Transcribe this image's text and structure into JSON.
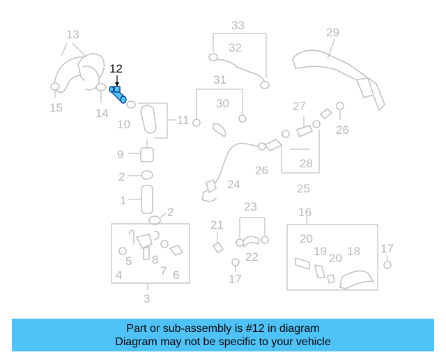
{
  "diagram": {
    "highlight_color": "#4fc3f7",
    "part_color": "#c2c2c2",
    "highlighted_part": "12",
    "labels": [
      "13",
      "12",
      "15",
      "14",
      "10",
      "11",
      "9",
      "2",
      "1",
      "2",
      "5",
      "4",
      "8",
      "7",
      "6",
      "3",
      "33",
      "32",
      "31",
      "30",
      "29",
      "27",
      "26",
      "26",
      "24",
      "28",
      "25",
      "23",
      "21",
      "22",
      "17",
      "16",
      "20",
      "19",
      "20",
      "18",
      "17"
    ]
  },
  "banner": {
    "background": "#4fc3f7",
    "line1": "Part or sub-assembly is #12 in diagram",
    "line2": "Diagram may not be specific to your vehicle"
  }
}
